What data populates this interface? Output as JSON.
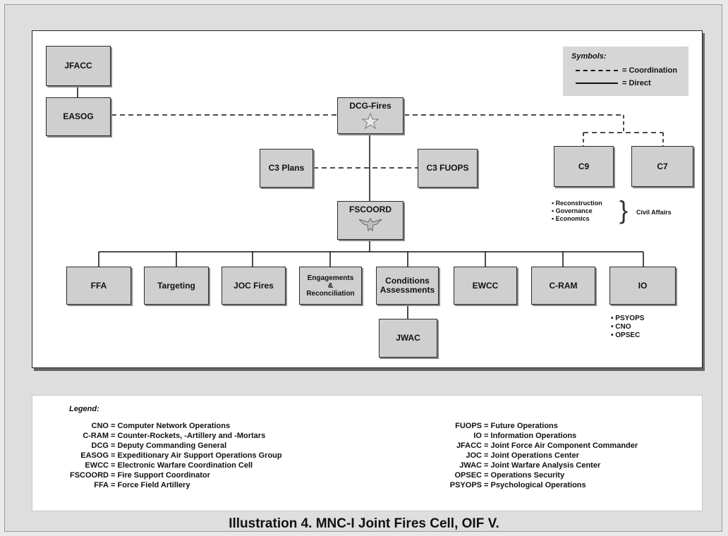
{
  "boxes": {
    "jfacc": "JFACC",
    "easog": "EASOG",
    "dcg_fires": "DCG-Fires",
    "c3_plans": "C3 Plans",
    "c3_fuops": "C3 FUOPS",
    "c9": "C9",
    "c7": "C7",
    "fscoord": "FSCOORD",
    "ffa": "FFA",
    "targeting": "Targeting",
    "joc_fires": "JOC Fires",
    "engagements_line1": "Engagements",
    "engagements_line2": "&",
    "engagements_line3": "Reconciliation",
    "conditions_line1": "Conditions",
    "conditions_line2": "Assessments",
    "ewcc": "EWCC",
    "c_ram": "C-RAM",
    "io": "IO",
    "jwac": "JWAC"
  },
  "symbols": {
    "title": "Symbols:",
    "coordination": "= Coordination",
    "direct": "= Direct"
  },
  "civil_affairs": {
    "items": [
      "Reconstruction",
      "Governance",
      "Economics"
    ],
    "label": "Civil Affairs"
  },
  "io_items": [
    "PSYOPS",
    "CNO",
    "OPSEC"
  ],
  "legend": {
    "title": "Legend:",
    "left": [
      {
        "abbr": "CNO",
        "def": "Computer Network Operations"
      },
      {
        "abbr": "C-RAM",
        "def": "Counter-Rockets, -Artillery and -Mortars"
      },
      {
        "abbr": "DCG",
        "def": "Deputy Commanding General"
      },
      {
        "abbr": "EASOG",
        "def": "Expeditionary Air Support Operations Group"
      },
      {
        "abbr": "EWCC",
        "def": "Electronic Warfare Coordination Cell"
      },
      {
        "abbr": "FSCOORD",
        "def": "Fire Support Coordinator"
      },
      {
        "abbr": "FFA",
        "def": "Force Field Artillery"
      }
    ],
    "right": [
      {
        "abbr": "FUOPS",
        "def": "Future Operations"
      },
      {
        "abbr": "IO",
        "def": "Information Operations"
      },
      {
        "abbr": "JFACC",
        "def": "Joint Force Air Component Commander"
      },
      {
        "abbr": "JOC",
        "def": "Joint Operations Center"
      },
      {
        "abbr": "JWAC",
        "def": "Joint Warfare Analysis Center"
      },
      {
        "abbr": "OPSEC",
        "def": "Operations Security"
      },
      {
        "abbr": "PSYOPS",
        "def": "Psychological Operations"
      }
    ]
  },
  "caption": "Illustration 4.  MNC-I Joint Fires Cell, OIF V."
}
